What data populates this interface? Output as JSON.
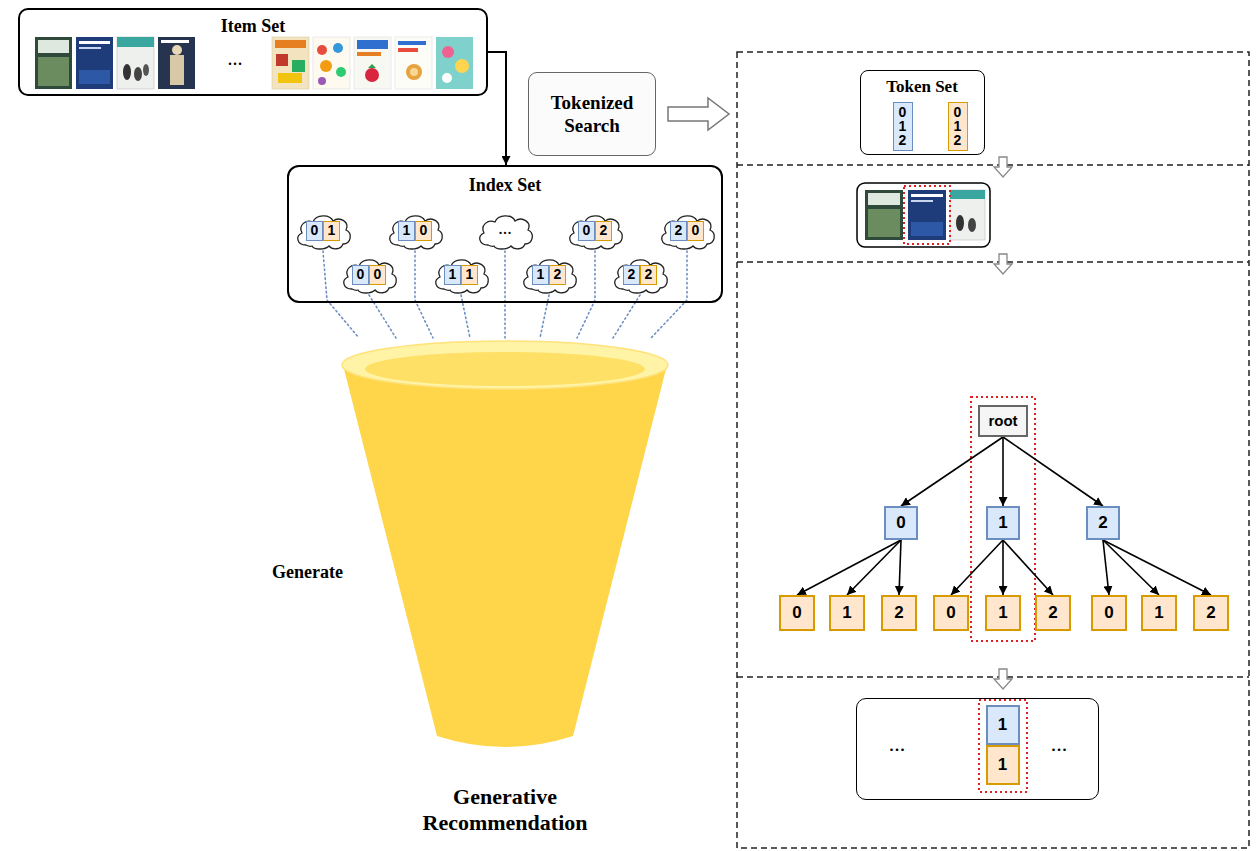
{
  "diagram": {
    "nodes": [
      {
        "text": [
          "Item Set",
          "..."
        ]
      },
      {
        "text": [
          "Tokenized Search"
        ]
      },
      {
        "text": [
          "Index Set"
        ]
      },
      {
        "text": [
          "0",
          "1"
        ],
        "in": 2
      },
      {
        "text": [
          "1",
          "0"
        ],
        "in": 2
      },
      {
        "text": [
          "..."
        ],
        "in": 2
      },
      {
        "text": [
          "0",
          "2"
        ],
        "in": 2
      },
      {
        "text": [
          "2",
          "0"
        ],
        "in": 2
      },
      {
        "text": [
          "0",
          "0"
        ],
        "in": 2
      },
      {
        "text": [
          "1",
          "1"
        ],
        "in": 2
      },
      {
        "text": [
          "1",
          "2"
        ],
        "in": 2
      },
      {
        "text": [
          "2",
          "2"
        ],
        "in": 2
      },
      {
        "text": [
          "Generative Recommendation"
        ]
      },
      {
        "text": [
          "Token Set"
        ]
      },
      {
        "text": [
          "0",
          "1",
          "2"
        ],
        "in": 13
      },
      {
        "text": [
          "0",
          "1",
          "2"
        ],
        "in": 13
      },
      {
        "text": [
          "root"
        ]
      },
      {
        "text": [
          "0"
        ]
      },
      {
        "text": [
          "1"
        ]
      },
      {
        "text": [
          "2"
        ]
      },
      {
        "text": [
          "0"
        ]
      },
      {
        "text": [
          "1"
        ]
      },
      {
        "text": [
          "2"
        ]
      },
      {
        "text": [
          "0"
        ]
      },
      {
        "text": [
          "1"
        ]
      },
      {
        "text": [
          "2"
        ]
      },
      {
        "text": [
          "0"
        ]
      },
      {
        "text": [
          "1"
        ]
      },
      {
        "text": [
          "2"
        ]
      },
      {
        "text": [
          "...",
          "..."
        ]
      },
      {
        "text": [
          "1"
        ],
        "in": 29
      },
      {
        "text": [
          "1"
        ],
        "in": 29
      }
    ],
    "edges": [
      {
        "from": 0,
        "to": 2,
        "arrow": "to"
      },
      {
        "from": 3,
        "to": 12,
        "arrow": "none"
      },
      {
        "from": 4,
        "to": 12,
        "arrow": "none"
      },
      {
        "from": 5,
        "to": 12,
        "arrow": "none"
      },
      {
        "from": 6,
        "to": 12,
        "arrow": "none"
      },
      {
        "from": 7,
        "to": 12,
        "arrow": "none"
      },
      {
        "from": 8,
        "to": 12,
        "arrow": "none"
      },
      {
        "from": 9,
        "to": 12,
        "arrow": "none"
      },
      {
        "from": 10,
        "to": 12,
        "arrow": "none"
      },
      {
        "from": 11,
        "to": 12,
        "arrow": "none"
      },
      {
        "from": 16,
        "to": 17,
        "arrow": "to"
      },
      {
        "from": 16,
        "to": 18,
        "arrow": "to"
      },
      {
        "from": 16,
        "to": 19,
        "arrow": "to"
      },
      {
        "from": 17,
        "to": 20,
        "arrow": "to"
      },
      {
        "from": 17,
        "to": 21,
        "arrow": "to"
      },
      {
        "from": 17,
        "to": 22,
        "arrow": "to"
      },
      {
        "from": 18,
        "to": 23,
        "arrow": "to"
      },
      {
        "from": 18,
        "to": 24,
        "arrow": "to"
      },
      {
        "from": 18,
        "to": 25,
        "arrow": "to"
      },
      {
        "from": 19,
        "to": 26,
        "arrow": "to"
      },
      {
        "from": 19,
        "to": 27,
        "arrow": "to"
      },
      {
        "from": 19,
        "to": 28,
        "arrow": "to"
      }
    ],
    "labels": [
      "Generate"
    ]
  }
}
